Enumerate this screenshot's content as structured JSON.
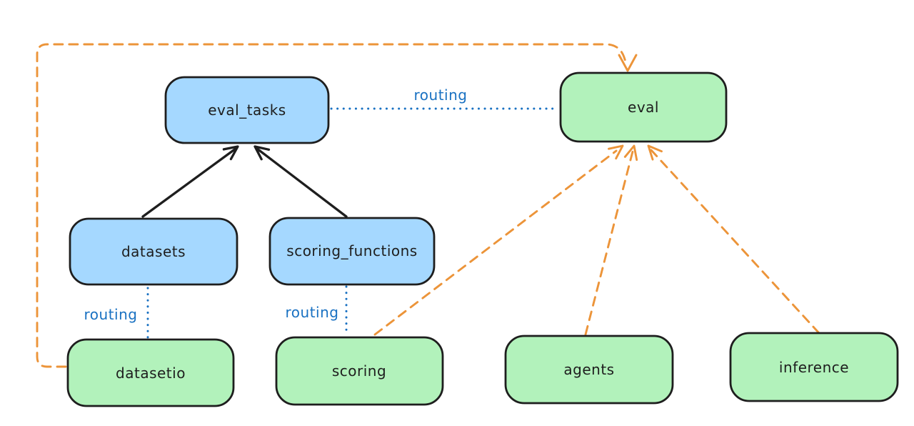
{
  "diagram": {
    "type": "architecture-diagram",
    "background": "#ffffff",
    "colors": {
      "blue_fill": "#a5d8ff",
      "green_fill": "#b2f2bb",
      "box_stroke": "#1e1e1e",
      "orange_edge": "#ec9439",
      "blue_edge": "#1971c2",
      "label_text": "#1e1e1e"
    },
    "nodes": [
      {
        "id": "eval_tasks",
        "label": "eval_tasks",
        "fill": "#a5d8ff"
      },
      {
        "id": "eval",
        "label": "eval",
        "fill": "#b2f2bb"
      },
      {
        "id": "datasets",
        "label": "datasets",
        "fill": "#a5d8ff"
      },
      {
        "id": "scoring_functions",
        "label": "scoring_functions",
        "fill": "#a5d8ff"
      },
      {
        "id": "datasetio",
        "label": "datasetio",
        "fill": "#b2f2bb"
      },
      {
        "id": "scoring",
        "label": "scoring",
        "fill": "#b2f2bb"
      },
      {
        "id": "agents",
        "label": "agents",
        "fill": "#b2f2bb"
      },
      {
        "id": "inference",
        "label": "inference",
        "fill": "#b2f2bb"
      }
    ],
    "edges": [
      {
        "from": "eval_tasks",
        "to": "eval",
        "style": "dotted",
        "color": "#1971c2",
        "label": "routing"
      },
      {
        "from": "datasets",
        "to": "eval_tasks",
        "style": "solid-arrow",
        "color": "#1e1e1e",
        "label": ""
      },
      {
        "from": "scoring_functions",
        "to": "eval_tasks",
        "style": "solid-arrow",
        "color": "#1e1e1e",
        "label": ""
      },
      {
        "from": "datasets",
        "to": "datasetio",
        "style": "dotted",
        "color": "#1971c2",
        "label": "routing"
      },
      {
        "from": "scoring_functions",
        "to": "scoring",
        "style": "dotted",
        "color": "#1971c2",
        "label": "routing"
      },
      {
        "from": "datasetio",
        "to": "eval",
        "style": "dashed-arrow",
        "color": "#ec9439",
        "label": ""
      },
      {
        "from": "scoring",
        "to": "eval",
        "style": "dashed-arrow",
        "color": "#ec9439",
        "label": ""
      },
      {
        "from": "agents",
        "to": "eval",
        "style": "dashed-arrow",
        "color": "#ec9439",
        "label": ""
      },
      {
        "from": "inference",
        "to": "eval",
        "style": "dashed-arrow",
        "color": "#ec9439",
        "label": ""
      }
    ]
  }
}
